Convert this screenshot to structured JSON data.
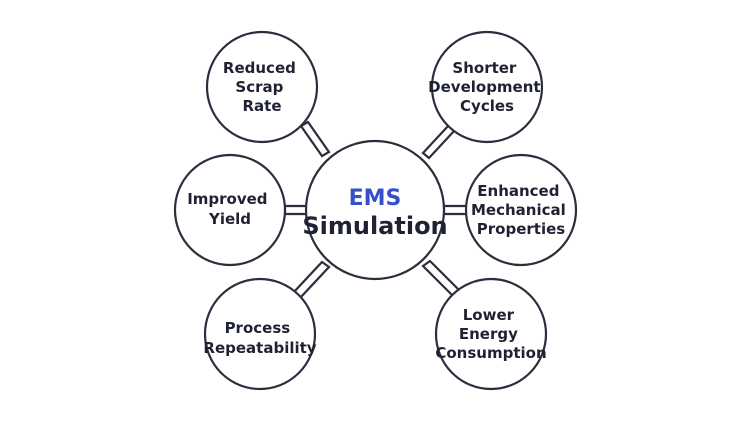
{
  "center": {
    "line1": "EMS",
    "line2": "Simulation"
  },
  "benefits": [
    {
      "lines": [
        "Reduced",
        "Scrap",
        "Rate"
      ]
    },
    {
      "lines": [
        "Shorter",
        "Development",
        "Cycles"
      ]
    },
    {
      "lines": [
        "Improved",
        "Yield"
      ]
    },
    {
      "lines": [
        "Enhanced",
        "Mechanical",
        "Properties"
      ]
    },
    {
      "lines": [
        "Process",
        "Repeatability"
      ]
    },
    {
      "lines": [
        "Lower",
        "Energy",
        "Consumption"
      ]
    }
  ],
  "colors": {
    "accent": "#3551c9",
    "text": "#1f2233",
    "stroke": "#2a2e3d",
    "background": "#ffffff"
  }
}
